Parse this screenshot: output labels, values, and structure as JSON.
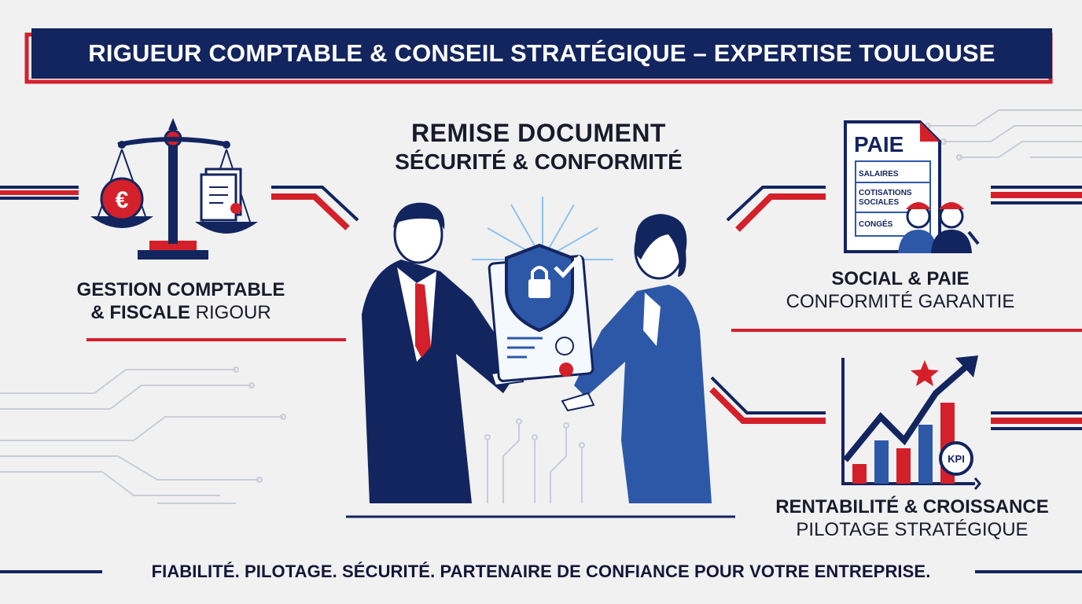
{
  "header": {
    "title": "RIGUEUR COMPTABLE & CONSEIL STRATÉGIQUE – EXPERTISE TOULOUSE"
  },
  "center": {
    "line1": "REMISE DOCUMENT",
    "line2": "SÉCURITÉ & CONFORMITÉ"
  },
  "left": {
    "line1": "GESTION COMPTABLE",
    "line2_bold": "& FISCALE",
    "line2_light": "RIGOUR",
    "badge": "€"
  },
  "right_top": {
    "doc_title": "PAIE",
    "rows": [
      "SALAIRES",
      "COTISATIONS",
      "SOCIALES",
      "CONGÉS"
    ],
    "line1": "SOCIAL & PAIE",
    "line2": "CONFORMITÉ GARANTIE"
  },
  "right_bottom": {
    "kpi": "KPI",
    "line1": "RENTABILITÉ & CROISSANCE",
    "line2": "PILOTAGE STRATÉGIQUE"
  },
  "footer": {
    "tagline": "FIABILITÉ. PILOTAGE. SÉCURITÉ. PARTENAIRE DE CONFIANCE POUR VOTRE ENTREPRISE."
  },
  "colors": {
    "navy": "#13255f",
    "red": "#d4202a",
    "blue": "#2d58a8",
    "background": "#f1f1f1"
  }
}
